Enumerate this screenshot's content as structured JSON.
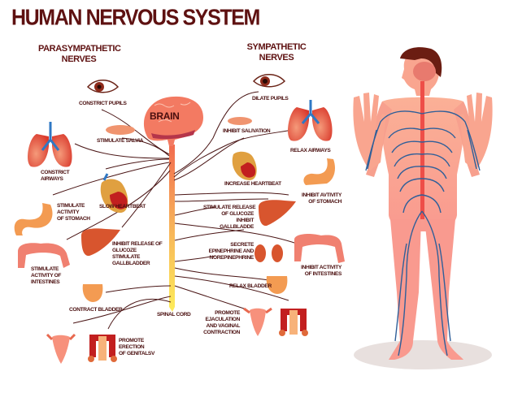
{
  "title": "HUMAN NERVOUS SYSTEM",
  "sections": {
    "parasympathetic": {
      "line1": "PARASYMPATHETIC",
      "line2": "NERVES"
    },
    "sympathetic": {
      "line1": "SYMPATHETIC",
      "line2": "NERVES"
    }
  },
  "center": {
    "brain": "BRAIN",
    "spinal_cord": "SPINAL CORD"
  },
  "parasympathetic_effects": [
    {
      "organ": "eye",
      "text": [
        "CONSTRICT PUPILS"
      ]
    },
    {
      "organ": "tongue",
      "text": [
        "STIMULATE SALVIA"
      ]
    },
    {
      "organ": "lungs",
      "text": [
        "CONSTRICT",
        "AIRWAYS"
      ]
    },
    {
      "organ": "heart",
      "text": [
        "SLOW HEARTBEAT"
      ]
    },
    {
      "organ": "stomach",
      "text": [
        "STIMULATE",
        "ACTIVITY",
        "OF STOMACH"
      ]
    },
    {
      "organ": "liver",
      "text": [
        "INHIBIT RELEASE OF",
        "GLUCOZE",
        "STIMULATE",
        "GALLBLADDER"
      ]
    },
    {
      "organ": "intestines",
      "text": [
        "STIMULATE",
        "ACTIVITY OF",
        "INTESTINES"
      ]
    },
    {
      "organ": "bladder",
      "text": [
        "CONTRACT BLADDER"
      ]
    },
    {
      "organ": "genitals",
      "text": [
        "PROMOTE",
        "ERECTION",
        "OF GENITALSV"
      ]
    }
  ],
  "sympathetic_effects": [
    {
      "organ": "eye",
      "text": [
        "DILATE PUPILS"
      ]
    },
    {
      "organ": "tongue",
      "text": [
        "INHIBIT SALIVATION"
      ]
    },
    {
      "organ": "lungs",
      "text": [
        "RELAX AIRWAYS"
      ]
    },
    {
      "organ": "heart",
      "text": [
        "INCREASE HEARTBEAT"
      ]
    },
    {
      "organ": "stomach",
      "text": [
        "INHIBIT AVTIVITY",
        "OF STOMACH"
      ]
    },
    {
      "organ": "liver",
      "text": [
        "STIMULATE RELEASE",
        "OF GLUCOZE",
        "INHIBIT",
        "GALLBLADDE"
      ]
    },
    {
      "organ": "adrenal",
      "text": [
        "SECRETE",
        "EPINEPHRINE AND",
        "NOREPINEPHRINE"
      ]
    },
    {
      "organ": "intestines",
      "text": [
        "INHIBIT ACTIVITY",
        "OF INTESTINES"
      ]
    },
    {
      "organ": "bladder",
      "text": [
        "RELAX BLADDER"
      ]
    },
    {
      "organ": "genitals",
      "text": [
        "PROMOTE",
        "EJACULATION",
        "AND VAGINAL",
        "CONTRACTION"
      ]
    }
  ],
  "colors": {
    "title": "#5e1111",
    "nerve_line": "#4a1515",
    "organ_red": "#d9382b",
    "organ_orange": "#f08a4b",
    "skin": "#f9a58f",
    "nerve_blue": "#2f5f99",
    "spine_top": "#f26b4f",
    "spine_bottom": "#fde95a",
    "shadow": "#e8e0de"
  }
}
